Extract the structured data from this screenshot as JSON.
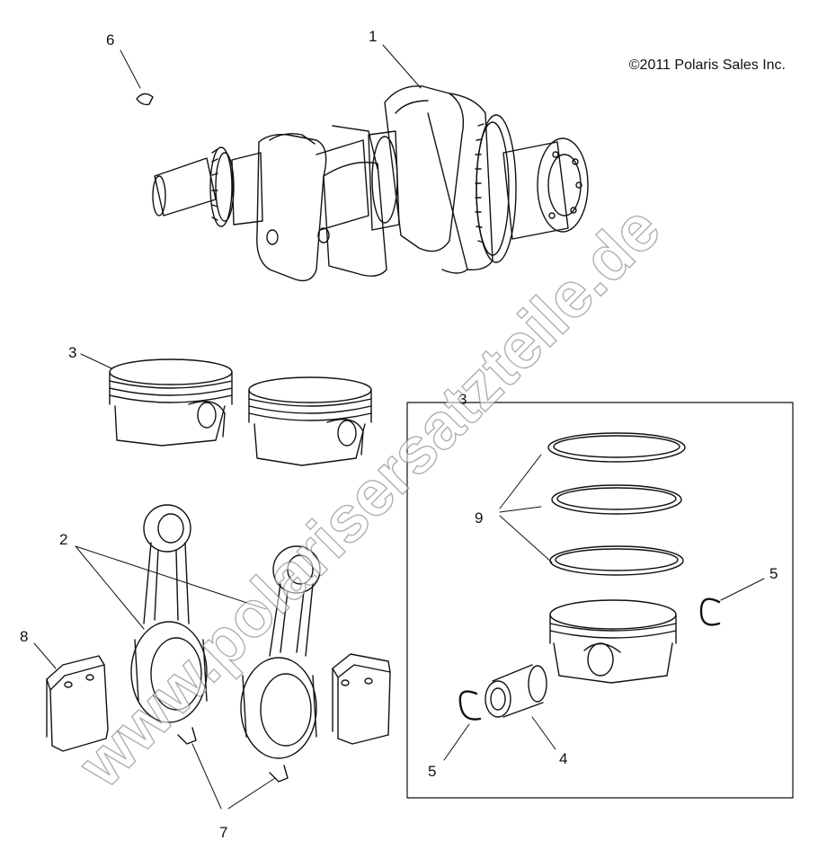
{
  "copyright": "©2011 Polaris Sales Inc.",
  "watermark": "www.polarisersatzteile.de",
  "callouts": {
    "c1": "1",
    "c2": "2",
    "c3a": "3",
    "c3b": "3",
    "c4": "4",
    "c5a": "5",
    "c5b": "5",
    "c6": "6",
    "c7": "7",
    "c8": "8",
    "c9": "9"
  },
  "parts": [
    {
      "ref": "1",
      "icon": "crankshaft-icon"
    },
    {
      "ref": "2",
      "icon": "connecting-rod-icon"
    },
    {
      "ref": "3",
      "icon": "piston-icon"
    },
    {
      "ref": "4",
      "icon": "piston-pin-icon"
    },
    {
      "ref": "5",
      "icon": "circlip-icon"
    },
    {
      "ref": "6",
      "icon": "woodruff-key-icon"
    },
    {
      "ref": "7",
      "icon": "rod-bolt-icon"
    },
    {
      "ref": "8",
      "icon": "bearing-shell-icon"
    },
    {
      "ref": "9",
      "icon": "piston-ring-icon"
    }
  ]
}
